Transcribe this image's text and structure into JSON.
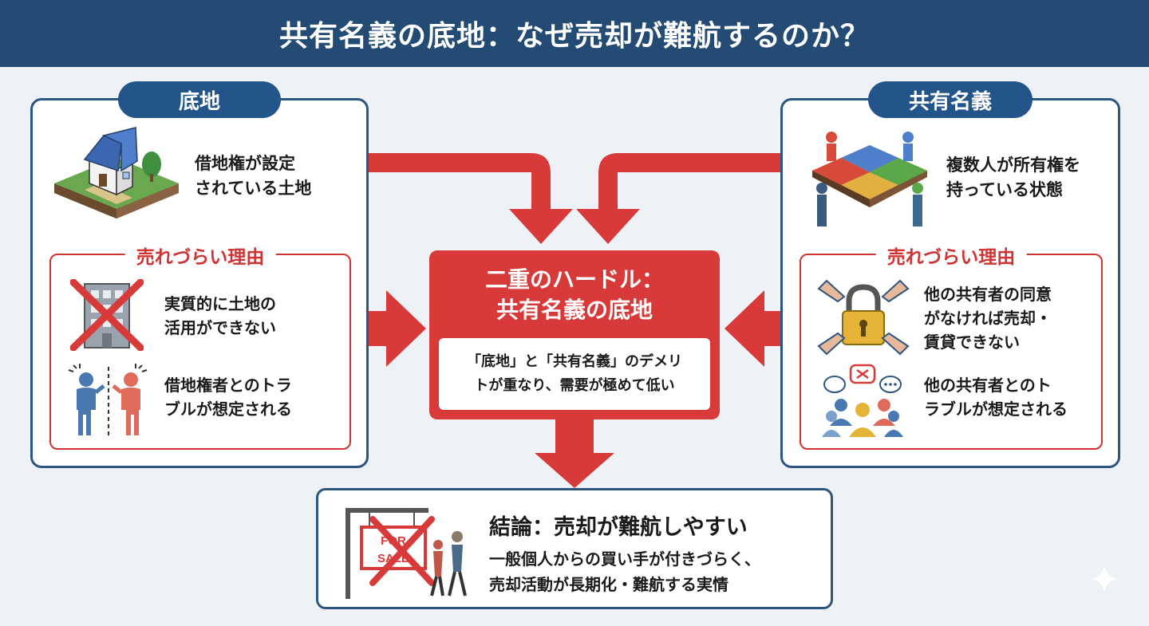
{
  "title": "共有名義の底地：なぜ売却が難航するのか？",
  "left": {
    "label": "底地",
    "description_lines": [
      "借地権が設定",
      "されている土地"
    ],
    "reasons_title": "売れづらい理由",
    "reasons": [
      {
        "icon": "crossed-building-icon",
        "lines": [
          "実質的に土地の",
          "活用ができない"
        ]
      },
      {
        "icon": "arguing-people-icon",
        "lines": [
          "借地権者とのトラ",
          "ブルが想定される"
        ]
      }
    ]
  },
  "right": {
    "label": "共有名義",
    "description_lines": [
      "複数人が所有権を",
      "持っている状態"
    ],
    "reasons_title": "売れづらい理由",
    "reasons": [
      {
        "icon": "padlock-hands-icon",
        "lines": [
          "他の共有者の同意",
          "がなければ売却・",
          "賃貸できない"
        ]
      },
      {
        "icon": "group-conflict-icon",
        "lines": [
          "他の共有者とのト",
          "ラブルが想定される"
        ]
      }
    ]
  },
  "center": {
    "title_lines": [
      "二重のハードル：",
      "共有名義の底地"
    ],
    "body_lines": [
      "「底地」と「共有名義」のデメリ",
      "トが重なり、需要が極めて低い"
    ]
  },
  "conclusion": {
    "title": "結論：売却が難航しやすい",
    "body_lines": [
      "一般個人からの買い手が付きづらく、",
      "売却活動が長期化・難航する実情"
    ],
    "sign_text": [
      "FOR",
      "SALE"
    ]
  },
  "colors": {
    "header": "#234b74",
    "accent_red": "#d83a3a",
    "border_blue": "#2c5680",
    "background": "#eef2f6"
  }
}
